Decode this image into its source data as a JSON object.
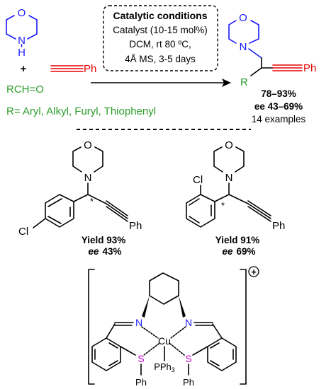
{
  "colors": {
    "blue": "#1a1aff",
    "red": "#e60000",
    "green": "#2a9d2a",
    "magenta": "#cc00cc",
    "black": "#000000"
  },
  "reaction": {
    "amine_O": "O",
    "amine_H": "H",
    "amine_N": "N",
    "plus": "+",
    "alkyne_Ph": "Ph",
    "aldehyde": "RCH=O",
    "r_definition": "R= Aryl, Alkyl, Furyl, Thiophenyl",
    "conditions_title": "Catalytic conditions",
    "conditions_line1": "Catalyst (10-15 mol%)",
    "conditions_line2": "DCM, rt 80 ºC,",
    "conditions_line3": "4Å MS, 3-5 days",
    "product_O": "O",
    "product_N": "N",
    "product_R": "R",
    "product_Ph": "Ph",
    "yield_range": "78–93%",
    "ee_range": "ee 43–69%",
    "examples": "14 examples"
  },
  "example1": {
    "O": "O",
    "N": "N",
    "Cl": "Cl",
    "Ph": "Ph",
    "star": "*",
    "yield": "Yield 93%",
    "ee_label": "ee",
    "ee_value": "43%"
  },
  "example2": {
    "O": "O",
    "N": "N",
    "Cl": "Cl",
    "Ph": "Ph",
    "star": "*",
    "yield": "Yield 91%",
    "ee_label": "ee",
    "ee_value": "69%"
  },
  "catalyst": {
    "N1": "N",
    "N2": "N",
    "Cu": "Cu",
    "S1": "S",
    "S2": "S",
    "Ph1": "Ph",
    "Ph2": "Ph",
    "PPh3": "PPh",
    "PPh3_sub": "3",
    "charge": "+"
  }
}
